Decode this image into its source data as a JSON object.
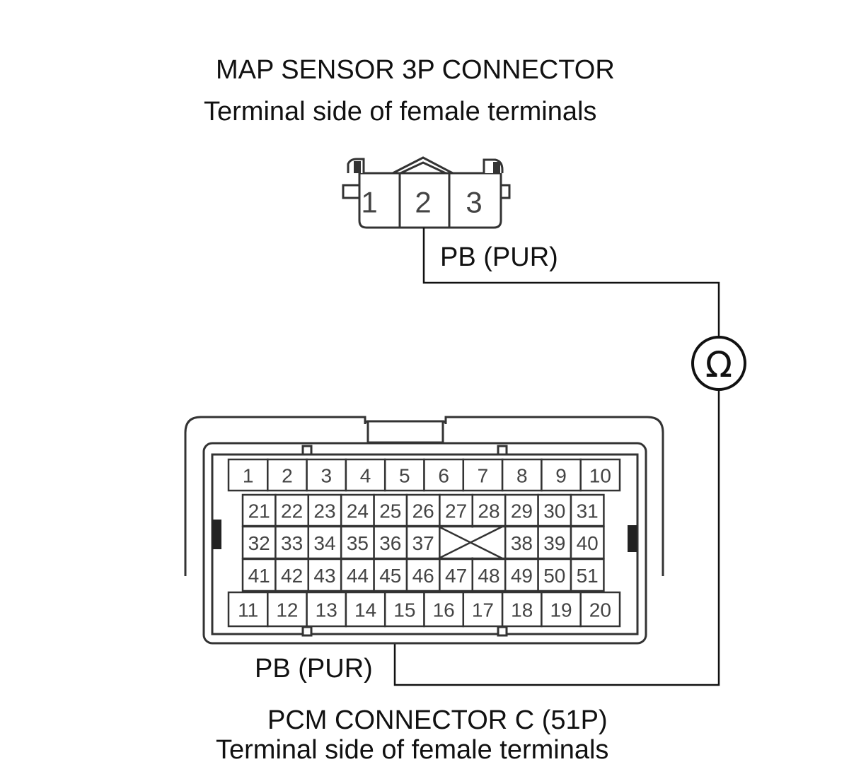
{
  "map_sensor": {
    "title": "MAP SENSOR 3P CONNECTOR",
    "subtitle": "Terminal side of female terminals",
    "pins": [
      "1",
      "2",
      "3"
    ],
    "wire_label": "PB (PUR)"
  },
  "pcm": {
    "title": "PCM CONNECTOR C (51P)",
    "subtitle": "Terminal side of female terminals",
    "wire_label": "PB (PUR)",
    "row_top": [
      "1",
      "2",
      "3",
      "4",
      "5",
      "6",
      "7",
      "8",
      "9",
      "10"
    ],
    "row_2": [
      "21",
      "22",
      "23",
      "24",
      "25",
      "26",
      "27",
      "28",
      "29",
      "30",
      "31"
    ],
    "row_3": [
      "32",
      "33",
      "34",
      "35",
      "36",
      "37",
      "",
      "",
      "38",
      "39",
      "40"
    ],
    "row_4": [
      "41",
      "42",
      "43",
      "44",
      "45",
      "46",
      "47",
      "48",
      "49",
      "50",
      "51"
    ],
    "row_bottom": [
      "11",
      "12",
      "13",
      "14",
      "15",
      "16",
      "17",
      "18",
      "19",
      "20"
    ]
  },
  "meter": {
    "symbol": "Ω",
    "icon": "ohmmeter-icon"
  },
  "colors": {
    "line": "#111111",
    "connector": "#333333",
    "pin_text": "#444444"
  }
}
